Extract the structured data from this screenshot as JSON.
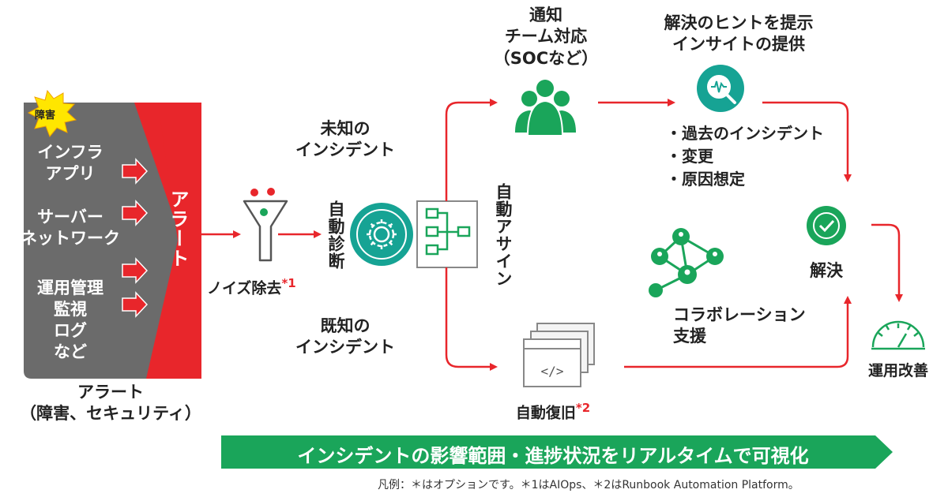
{
  "sources": {
    "badge": "障害",
    "items": [
      "インフラ\nアプリ",
      "サーバー\nネットワーク",
      "運用管理\n監視\nログ\nなど"
    ],
    "alert_band": "アラート",
    "caption_line1": "アラート",
    "caption_line2": "（障害、セキュリティ）"
  },
  "noise": {
    "label": "ノイズ除去",
    "note": "*1"
  },
  "unknown_incident": "未知の\nインシデント",
  "known_incident": "既知の\nインシデント",
  "auto_diagnosis": "自動診断",
  "auto_assign": "自動アサイン",
  "notify": "通知\nチーム対応\n（SOCなど）",
  "hint": {
    "title": "解決のヒントを提示\nインサイトの提供",
    "bullets": [
      "・過去のインシデント",
      "・変更",
      "・原因想定"
    ]
  },
  "resolve": "解決",
  "collaboration": "コラボレーション\n支援",
  "auto_recovery": {
    "label": "自動復旧",
    "note": "*2"
  },
  "improvement": "運用改善",
  "banner": "インシデントの影響範囲・進捗状況をリアルタイムで可視化",
  "footnote": "凡例：＊はオプションです。＊1はAIOps、＊2はRunbook Automation Platform。",
  "colors": {
    "red": "#e8262b",
    "green": "#1aa55a",
    "teal": "#16a394",
    "gray": "#6b6b6b"
  }
}
